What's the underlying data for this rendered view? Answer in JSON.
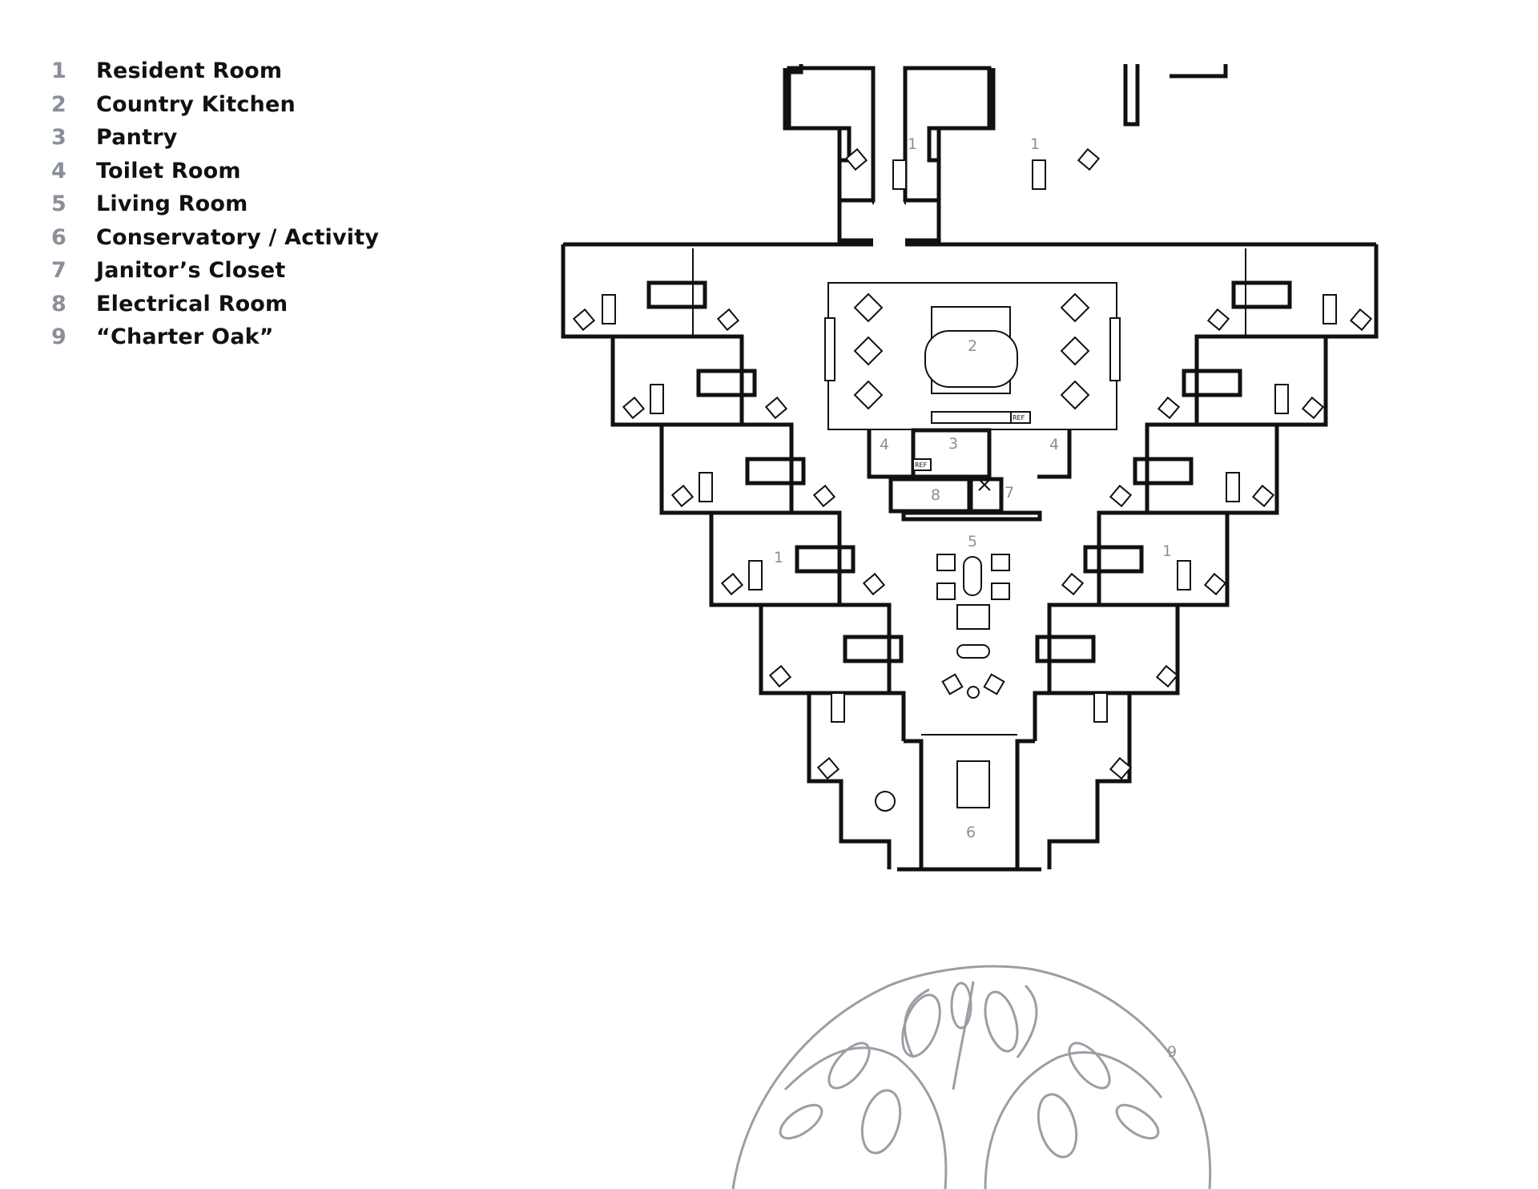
{
  "legend": [
    {
      "num": "1",
      "label": "Resident Room"
    },
    {
      "num": "2",
      "label": "Country Kitchen"
    },
    {
      "num": "3",
      "label": "Pantry"
    },
    {
      "num": "4",
      "label": "Toilet Room"
    },
    {
      "num": "5",
      "label": "Living Room"
    },
    {
      "num": "6",
      "label": "Conservatory / Activity"
    },
    {
      "num": "7",
      "label": "Janitor’s Closet"
    },
    {
      "num": "8",
      "label": "Electrical Room"
    },
    {
      "num": "9",
      "label": "“Charter Oak”"
    }
  ],
  "plan_labels": {
    "resident_a": "1",
    "resident_b": "1",
    "resident_c": "1",
    "resident_d": "1",
    "kitchen": "2",
    "pantry": "3",
    "toilet_a": "4",
    "toilet_b": "4",
    "living": "5",
    "conservatory": "6",
    "janitor": "7",
    "electrical": "8",
    "oak": "9",
    "ref_a": "REF",
    "ref_b": "REF"
  },
  "colors": {
    "wall": "#111111",
    "label_gray": "#8a8f98",
    "oak_gray": "#9a9ea5"
  }
}
